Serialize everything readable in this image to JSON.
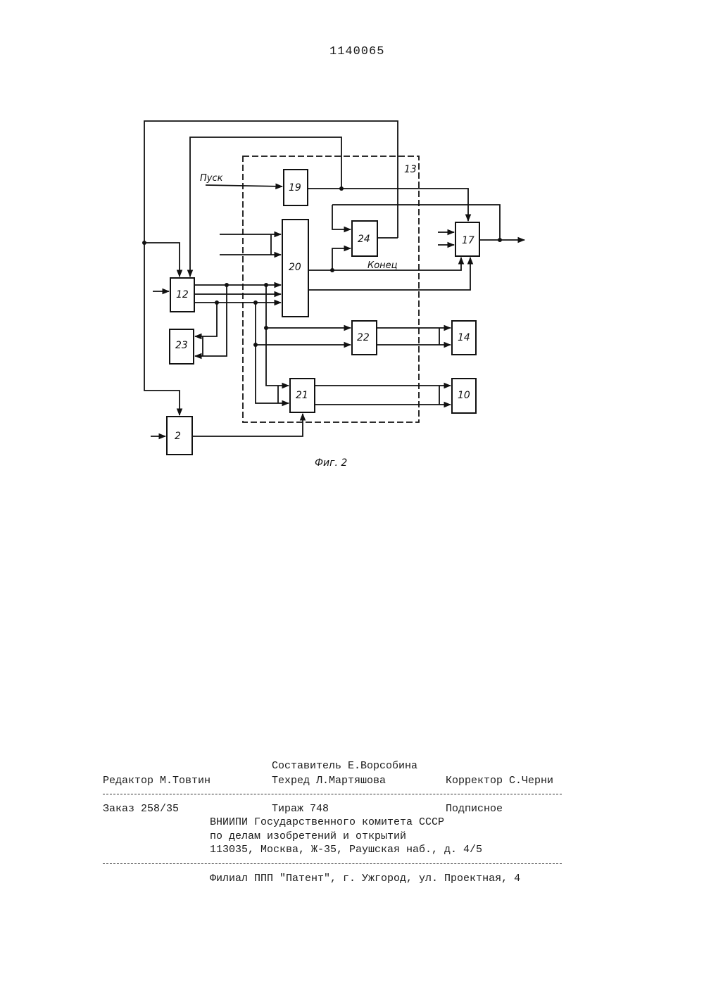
{
  "header": {
    "patent_number": "1140065"
  },
  "figure": {
    "caption": "Фиг. 2",
    "signals": {
      "start": "Пуск",
      "end": "Конец"
    },
    "blocks": [
      "2",
      "10",
      "12",
      "13",
      "14",
      "17",
      "19",
      "20",
      "21",
      "22",
      "23",
      "24"
    ]
  },
  "footer": {
    "compiler": "Составитель Е.Ворсобина",
    "editor": "Редактор М.Товтин",
    "techred": "Техред Л.Мартяшова",
    "corrector": "Корректор С.Черни",
    "order": "Заказ 258/35",
    "circulation": "Тираж 748",
    "subscription": "Подписное",
    "org_line1": "ВНИИПИ Государственного комитета СССР",
    "org_line2": "по делам изобретений и открытий",
    "org_line3": "113035, Москва, Ж-35, Раушская наб., д. 4/5",
    "branch": "Филиал ППП \"Патент\", г. Ужгород, ул. Проектная, 4"
  }
}
